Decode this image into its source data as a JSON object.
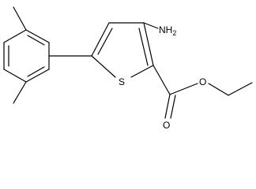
{
  "molecule": {
    "atom_labels": {
      "amino_n": "N",
      "amino_h": "H",
      "amino_count": "2",
      "thiophene_s": "S",
      "carbonyl_o": "O",
      "ester_o": "O"
    }
  },
  "colors": {
    "bond": "#000000",
    "label": "#000000",
    "background": "#ffffff"
  }
}
